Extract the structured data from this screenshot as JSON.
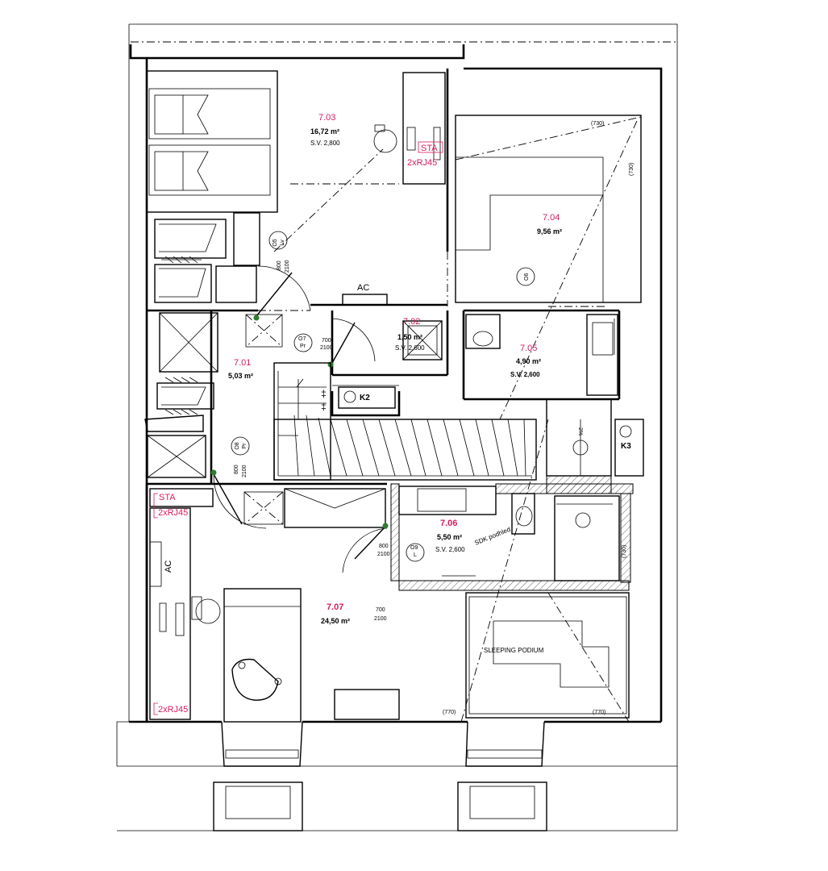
{
  "rooms": {
    "r703": {
      "number": "7.03",
      "area": "16,72 m²",
      "height": "S.V. 2,800"
    },
    "r704": {
      "number": "7.04",
      "area": "9,56 m²"
    },
    "r702": {
      "number": "7.02",
      "area": "1,50 m²",
      "height": "S.V. 2,600"
    },
    "r705": {
      "number": "7.05",
      "area": "4,90 m²",
      "height": "S.V. 2,600"
    },
    "r701": {
      "number": "7.01",
      "area": "5,03 m²"
    },
    "r706": {
      "number": "7.06",
      "area": "5,50 m²",
      "height": "S.V. 2,600"
    },
    "r707": {
      "number": "7.07",
      "area": "24,50 m²"
    }
  },
  "doors": {
    "o5": {
      "code": "O5",
      "type": "Lv",
      "width": "800",
      "height": "2100"
    },
    "o6": {
      "code": "O6"
    },
    "o7": {
      "code": "O7",
      "type": "Pr",
      "width": "700",
      "height": "2100"
    },
    "o8": {
      "code": "O8",
      "type": "Pr",
      "width": "800",
      "height": "2100"
    },
    "o9": {
      "code": "O9",
      "type": "L",
      "width": "800",
      "height": "2100"
    },
    "o707": {
      "width": "700",
      "height": "2100"
    }
  },
  "labels": {
    "ac_top": "AC",
    "ac_left": "AC",
    "sta_top": "STA",
    "rj45_top": "2xRJ45",
    "sta_left": "STA",
    "rj45_left_top": "2xRJ45",
    "rj45_left_bottom": "2xRJ45",
    "k2": "K2",
    "k3": "K3",
    "sdk": "SDK podhled",
    "sleeping": "SLEEPING PODIUM",
    "dim_730_a": "(730)",
    "dim_730_b": "(730)",
    "dim_730_c": "(730)",
    "dim_770_a": "(770)",
    "dim_770_b": "(770)",
    "slope": "2%"
  },
  "colors": {
    "accent_red": "#d81b60",
    "line": "#000000"
  }
}
